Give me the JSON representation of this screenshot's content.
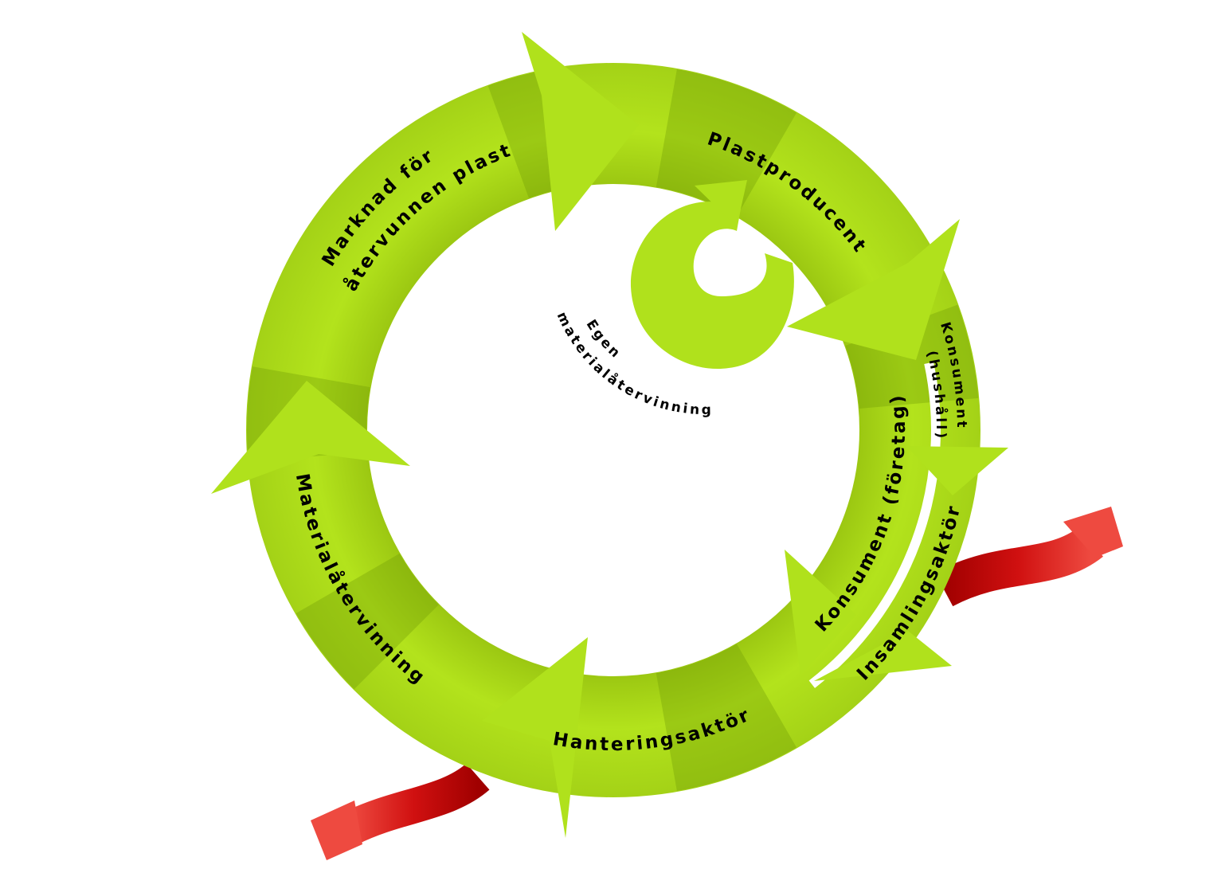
{
  "labels": {
    "marknad_line1": "Marknad för",
    "marknad_line2": "återvunnen plast",
    "plastproducent": "Plastproducent",
    "konsument_hushall_line1": "Konsument",
    "konsument_hushall_line2": "(hushåll)",
    "konsument_foretag": "Konsument (företag)",
    "insamlingsaktor": "Insamlingsaktör",
    "hanteringsaktor": "Hanteringsaktör",
    "materialatervinning": "Materialåtervinning",
    "egen_line1": "Egen",
    "egen_line2": "materialåtervinning"
  },
  "colors": {
    "cycle_green": "#b0e11c",
    "cycle_dark": "#6f9a06",
    "leak_red": "#e0332a",
    "leak_dark": "#a00000"
  }
}
